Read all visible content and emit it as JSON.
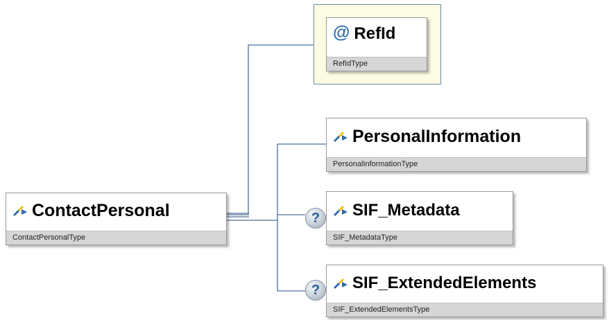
{
  "root": {
    "name": "ContactPersonal",
    "type": "ContactPersonalType",
    "icon": "element-icon"
  },
  "attribute": {
    "name": "RefId",
    "type": "RefIdType",
    "icon": "at-icon",
    "symbol": "@"
  },
  "children": [
    {
      "name": "PersonalInformation",
      "type": "PersonalInformationType",
      "optional": false,
      "icon": "element-icon"
    },
    {
      "name": "SIF_Metadata",
      "type": "SIF_MetadataType",
      "optional": true,
      "icon": "element-icon"
    },
    {
      "name": "SIF_ExtendedElements",
      "type": "SIF_ExtendedElementsType",
      "optional": true,
      "icon": "element-icon"
    }
  ],
  "optional_badge": "?",
  "colors": {
    "connector": "#4a6f96",
    "type_band": "#d6d6d6",
    "attribute_bg": "#fcfbe3",
    "icon_blue": "#2d6bb0",
    "icon_yellow": "#f2c200"
  }
}
